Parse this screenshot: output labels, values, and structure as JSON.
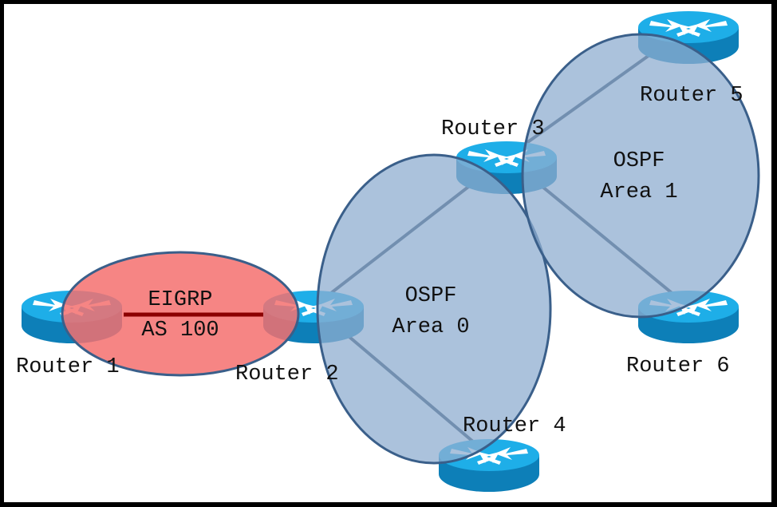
{
  "diagram": {
    "routers": [
      {
        "id": "r1",
        "label": "Router 1"
      },
      {
        "id": "r2",
        "label": "Router 2"
      },
      {
        "id": "r3",
        "label": "Router 3"
      },
      {
        "id": "r4",
        "label": "Router 4"
      },
      {
        "id": "r5",
        "label": "Router 5"
      },
      {
        "id": "r6",
        "label": "Router 6"
      }
    ],
    "links": [
      {
        "from": "r1",
        "to": "r2",
        "type": "eigrp"
      },
      {
        "from": "r2",
        "to": "r3",
        "type": "ospf"
      },
      {
        "from": "r2",
        "to": "r4",
        "type": "ospf"
      },
      {
        "from": "r3",
        "to": "r5",
        "type": "ospf"
      },
      {
        "from": "r3",
        "to": "r6",
        "type": "ospf"
      }
    ],
    "zones": {
      "eigrp": {
        "line1": "EIGRP",
        "line2": "AS 100",
        "color": "#f5706f"
      },
      "ospf_area0": {
        "line1": "OSPF",
        "line2": "Area 0",
        "color": "#8fadd0"
      },
      "ospf_area1": {
        "line1": "OSPF",
        "line2": "Area 1",
        "color": "#8fadd0"
      }
    },
    "colors": {
      "router_top": "#1eaee8",
      "router_side": "#0d7fb8",
      "eigrp_link": "#8b0000",
      "ospf_link": "#1f3550",
      "zone_border": "#3a5f8a"
    }
  }
}
